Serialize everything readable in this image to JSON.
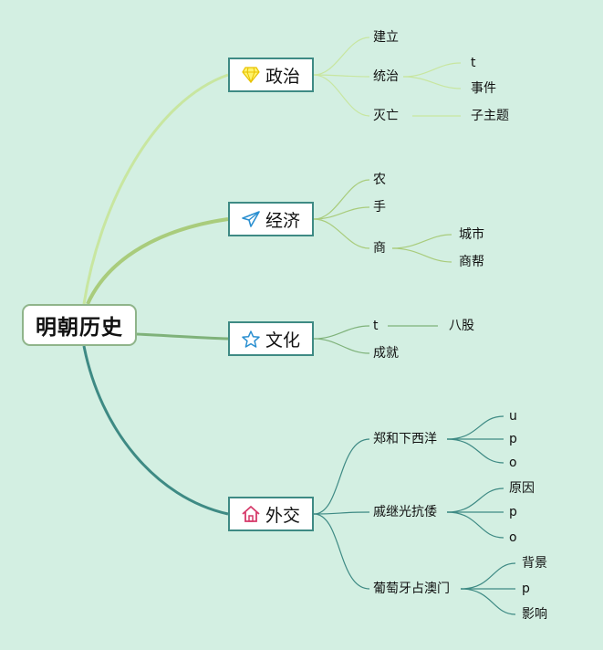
{
  "root": {
    "label": "明朝历史"
  },
  "branches": [
    {
      "label": "政治",
      "icon": "gem-icon",
      "color": "#c8e6a0",
      "children": [
        {
          "label": "建立"
        },
        {
          "label": "统治",
          "children": [
            {
              "label": "t"
            },
            {
              "label": "事件"
            }
          ]
        },
        {
          "label": "灭亡",
          "children": [
            {
              "label": "子主题"
            }
          ]
        }
      ]
    },
    {
      "label": "经济",
      "icon": "paper-plane-icon",
      "color": "#a9cc7c",
      "children": [
        {
          "label": "农"
        },
        {
          "label": "手"
        },
        {
          "label": "商",
          "children": [
            {
              "label": "城市"
            },
            {
              "label": "商帮"
            }
          ]
        }
      ]
    },
    {
      "label": "文化",
      "icon": "star-icon",
      "color": "#7fb27a",
      "children": [
        {
          "label": "t",
          "children": [
            {
              "label": "八股"
            }
          ]
        },
        {
          "label": "成就"
        }
      ]
    },
    {
      "label": "外交",
      "icon": "house-icon",
      "color": "#3e8a84",
      "children": [
        {
          "label": "郑和下西洋",
          "children": [
            {
              "label": "u"
            },
            {
              "label": "p"
            },
            {
              "label": "o"
            }
          ]
        },
        {
          "label": "戚继光抗倭",
          "children": [
            {
              "label": "原因"
            },
            {
              "label": "p"
            },
            {
              "label": "o"
            }
          ]
        },
        {
          "label": "葡萄牙占澳门",
          "children": [
            {
              "label": "背景"
            },
            {
              "label": "p"
            },
            {
              "label": "影响"
            }
          ]
        }
      ]
    }
  ]
}
